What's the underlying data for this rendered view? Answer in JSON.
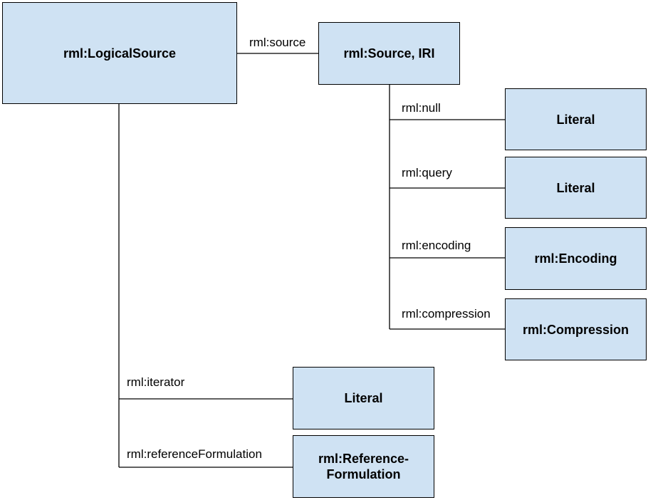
{
  "diagram": {
    "nodes": {
      "logical_source": "rml:LogicalSource",
      "source": "rml:Source, IRI",
      "null_literal": "Literal",
      "query_literal": "Literal",
      "encoding": "rml:Encoding",
      "compression": "rml:Compression",
      "iterator_literal": "Literal",
      "reference_formulation": "rml:Reference-\nFormulation"
    },
    "edges": {
      "source": "rml:source",
      "null": "rml:null",
      "query": "rml:query",
      "encoding": "rml:encoding",
      "compression": "rml:compression",
      "iterator": "rml:iterator",
      "reference_formulation": "rml:referenceFormulation"
    },
    "colors": {
      "node_fill": "#cfe2f3",
      "line": "#000000"
    }
  }
}
